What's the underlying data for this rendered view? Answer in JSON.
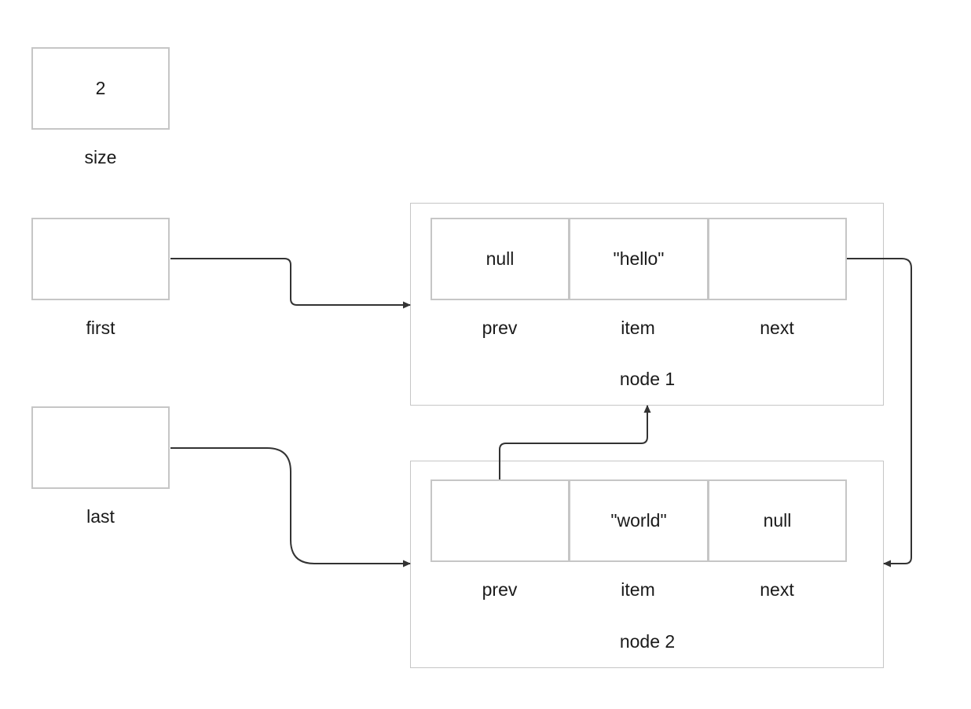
{
  "variables": {
    "size": {
      "label": "size",
      "value": "2"
    },
    "first": {
      "label": "first",
      "value": ""
    },
    "last": {
      "label": "last",
      "value": ""
    }
  },
  "nodes": [
    {
      "title": "node 1",
      "fields": [
        {
          "label": "prev",
          "value": "null"
        },
        {
          "label": "item",
          "value": "\"hello\""
        },
        {
          "label": "next",
          "value": ""
        }
      ]
    },
    {
      "title": "node 2",
      "fields": [
        {
          "label": "prev",
          "value": ""
        },
        {
          "label": "item",
          "value": "\"world\""
        },
        {
          "label": "next",
          "value": "null"
        }
      ]
    }
  ]
}
